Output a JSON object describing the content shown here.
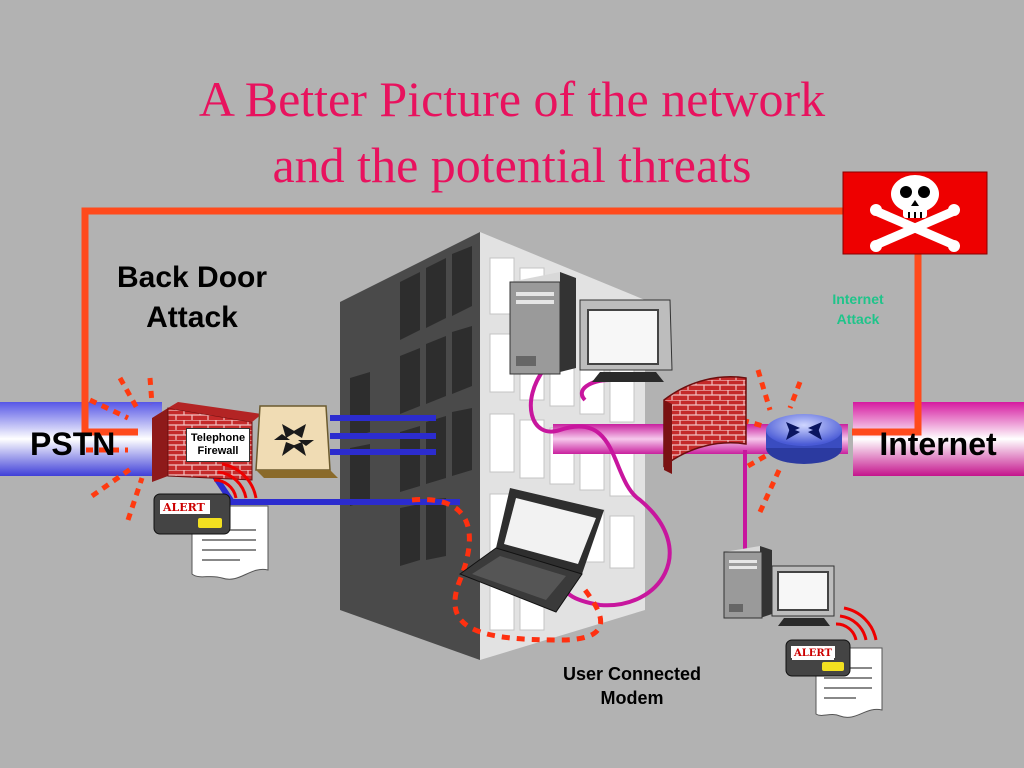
{
  "title": {
    "line1": "A Better Picture of the network",
    "line2": "and the potential threats"
  },
  "labels": {
    "back_door_line1": "Back Door",
    "back_door_line2": "Attack",
    "internet_attack_line1": "Internet",
    "internet_attack_line2": "Attack",
    "pstn": "PSTN",
    "internet": "Internet",
    "user_modem_line1": "User Connected",
    "user_modem_line2": "Modem",
    "telephone_firewall_line1": "Telephone",
    "telephone_firewall_line2": "Firewall",
    "alert": "ALERT"
  },
  "colors": {
    "title": "#e8125e",
    "background": "#b2b2b2",
    "attack_path": "#ff4a1c",
    "pstn_pipe": "#3f3fd8",
    "internet_pipe": "#d01896",
    "flag_red": "#ee0000",
    "internet_attack_text": "#1fc48a"
  },
  "icons": [
    "skull-crossbones-flag-icon",
    "building-icon",
    "server-icon",
    "monitor-icon",
    "laptop-icon",
    "router-icon",
    "brick-firewall-icon",
    "telephone-firewall-icon",
    "switch-icon",
    "pager-alert-icon",
    "report-document-icon"
  ]
}
